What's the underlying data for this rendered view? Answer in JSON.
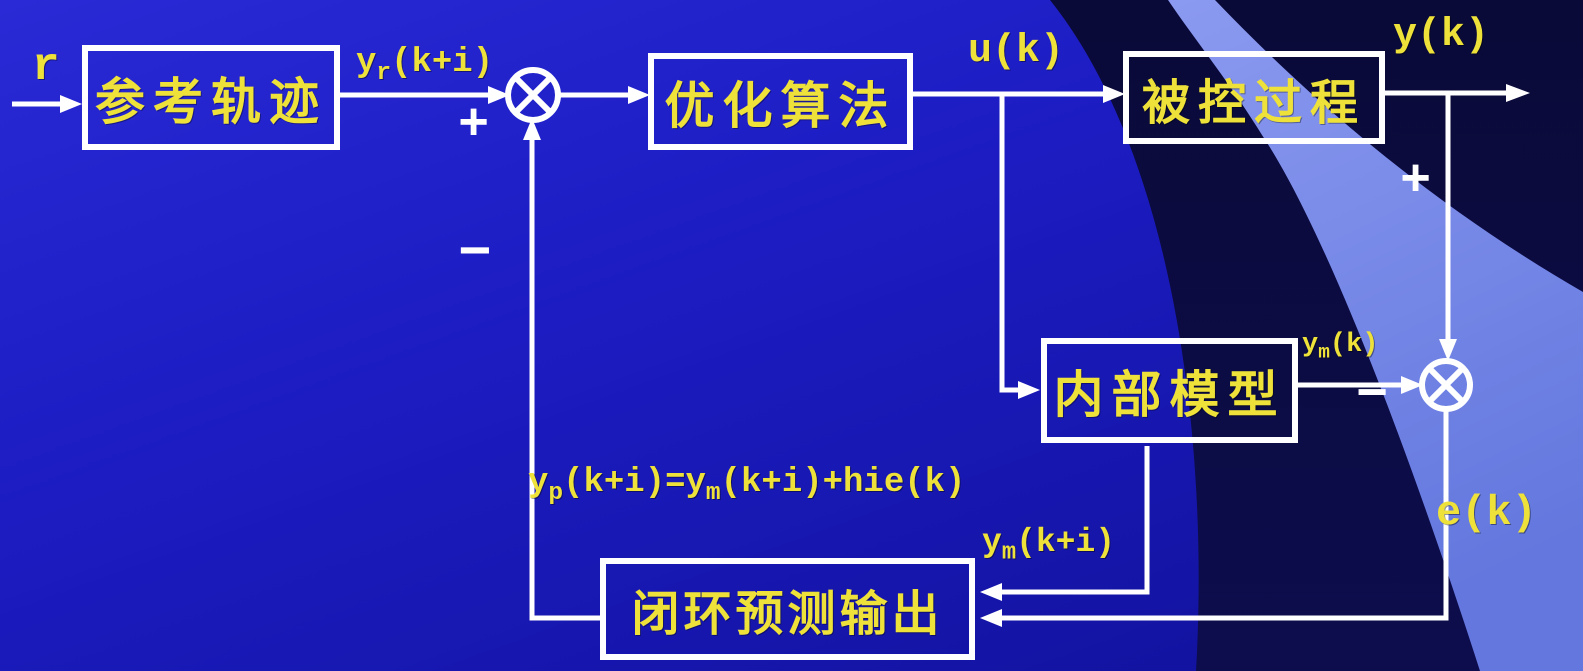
{
  "diagram": "model-predictive-control-block-diagram",
  "colors": {
    "base_blue_top": "#2a2ad6",
    "base_blue_mid": "#1c1cc2",
    "base_blue_bottom": "#12129e",
    "dark_navy": "#0b0b40",
    "light_swoosh_top": "#8b9af0",
    "light_swoosh_bottom": "#6377de",
    "line_white": "#ffffff",
    "label_yellow": "#eee23a"
  },
  "blocks": {
    "reference": {
      "label": "参考轨迹"
    },
    "optimizer": {
      "label": "优化算法"
    },
    "process": {
      "label": "被控过程"
    },
    "internal_model": {
      "label": "内部模型"
    },
    "predictor": {
      "label": "闭环预测输出"
    }
  },
  "signals": {
    "r": {
      "text": "r"
    },
    "yr": {
      "base": "y",
      "sub": "r",
      "rest": "(k+i)"
    },
    "u": {
      "text": "u(k)"
    },
    "y": {
      "text": "y(k)"
    },
    "ym": {
      "base": "y",
      "sub": "m",
      "rest": "(k)"
    },
    "ymi": {
      "base": "y",
      "sub": "m",
      "rest": "(k+i)"
    },
    "e": {
      "text": "e(k)"
    }
  },
  "equation": {
    "seg1": "y",
    "seg2": "p",
    "seg3": "(k+i)=y",
    "seg4": "m",
    "seg5": "(k+i)+hie(k)"
  },
  "signs": {
    "plus_top": "+",
    "minus_left": "−",
    "plus_right": "+",
    "minus_mid": "−"
  },
  "junctions": {
    "sum1": "⊗",
    "sum2": "⊗"
  }
}
